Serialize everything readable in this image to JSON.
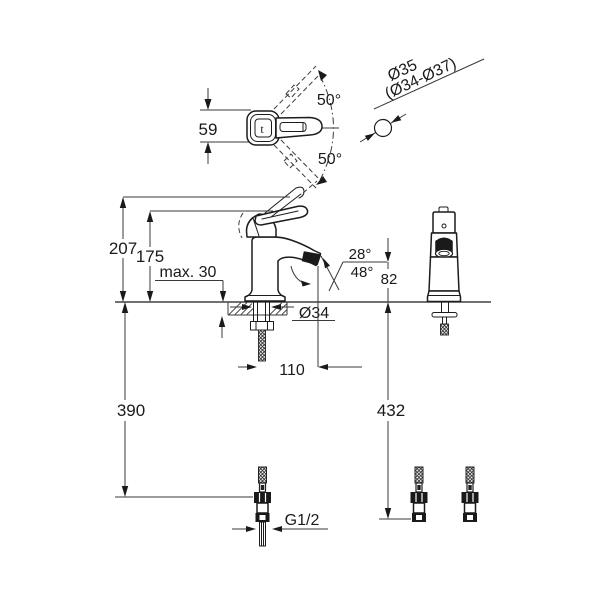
{
  "labels": {
    "handle_width": "59",
    "swing_angle_top": "50°",
    "swing_angle_bottom": "50°",
    "hole_diameter": "Ø35",
    "hole_diameter_range": "(Ø34-Ø37)",
    "height_total": "207",
    "height_to_handle": "175",
    "deck_thickness_max": "max. 30",
    "spout_angle": "28°",
    "stream_angle": "48°",
    "spout_height": "82",
    "shank_diameter": "Ø34",
    "spout_projection": "110",
    "rod_length": "390",
    "hose_length": "432",
    "thread_size": "G1/2",
    "handle_mark": "t"
  },
  "colors": {
    "line": "#1c1c1c",
    "background": "#ffffff"
  }
}
